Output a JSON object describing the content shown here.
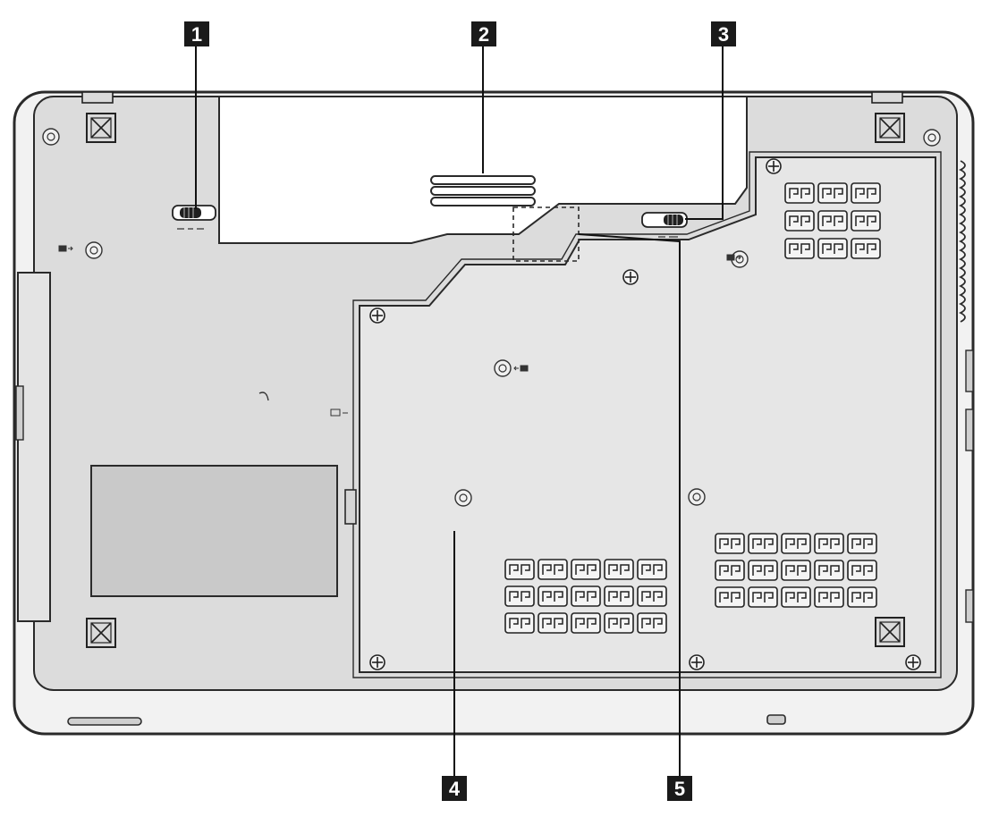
{
  "callouts": [
    {
      "id": "1",
      "label": "1"
    },
    {
      "id": "2",
      "label": "2"
    },
    {
      "id": "3",
      "label": "3"
    },
    {
      "id": "4",
      "label": "4"
    },
    {
      "id": "5",
      "label": "5"
    }
  ],
  "colors": {
    "body_fill": "#dcdcdc",
    "cover_fill": "#e6e6e6",
    "battery_fill": "#ffffff",
    "outline": "#2a2a2a",
    "callout_fill": "#1a1a1a",
    "callout_text": "#ffffff"
  },
  "icons": [
    "screw-icon",
    "vent-grille-icon",
    "rubber-foot-icon",
    "battery-latch-icon",
    "lock-icon"
  ]
}
